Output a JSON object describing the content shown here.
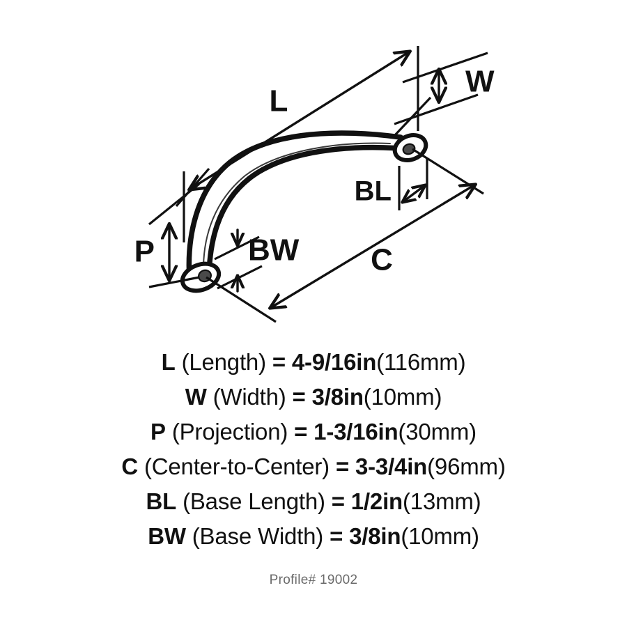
{
  "diagram": {
    "title": "Cabinet pull dimension diagram",
    "labels": {
      "length": "L",
      "width": "W",
      "projection": "P",
      "center_to_center": "C",
      "base_length": "BL",
      "base_width": "BW"
    }
  },
  "specs": [
    {
      "code": "L",
      "name": "(Length)",
      "eq": "=",
      "imperial": "4-9/16in",
      "metric": "(116mm)"
    },
    {
      "code": "W",
      "name": "(Width)",
      "eq": "=",
      "imperial": "3/8in",
      "metric": "(10mm)"
    },
    {
      "code": "P",
      "name": "(Projection)",
      "eq": "=",
      "imperial": "1-3/16in",
      "metric": "(30mm)"
    },
    {
      "code": "C",
      "name": "(Center-to-Center)",
      "eq": "=",
      "imperial": "3-3/4in",
      "metric": "(96mm)"
    },
    {
      "code": "BL",
      "name": "(Base Length)",
      "eq": "=",
      "imperial": "1/2in",
      "metric": "(13mm)"
    },
    {
      "code": "BW",
      "name": "(Base Width)",
      "eq": "=",
      "imperial": "3/8in",
      "metric": "(10mm)"
    }
  ],
  "footer": {
    "profile": "Profile# 19002"
  },
  "colors": {
    "ink": "#111111",
    "paper": "#ffffff",
    "muted": "#6a6a6a",
    "screw": "#4a4a4a"
  }
}
